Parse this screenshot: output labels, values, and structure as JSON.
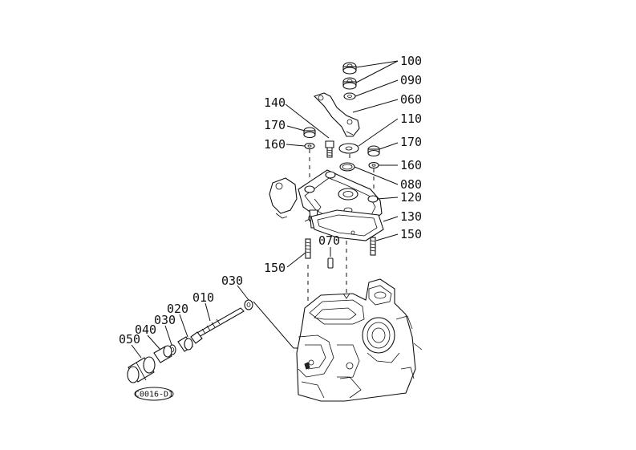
{
  "diagram": {
    "callouts": {
      "c100": "100",
      "c090": "090",
      "c060": "060",
      "c110": "110",
      "c140": "140",
      "c170a": "170",
      "c160a": "160",
      "c170b": "170",
      "c160b": "160",
      "c080": "080",
      "c120": "120",
      "c130": "130",
      "c150a": "150",
      "c070": "070",
      "c150b": "150",
      "c030a": "030",
      "c010": "010",
      "c020": "020",
      "c030b": "030",
      "c040": "040",
      "c050": "050"
    },
    "figure_code": "C0016-D1"
  }
}
